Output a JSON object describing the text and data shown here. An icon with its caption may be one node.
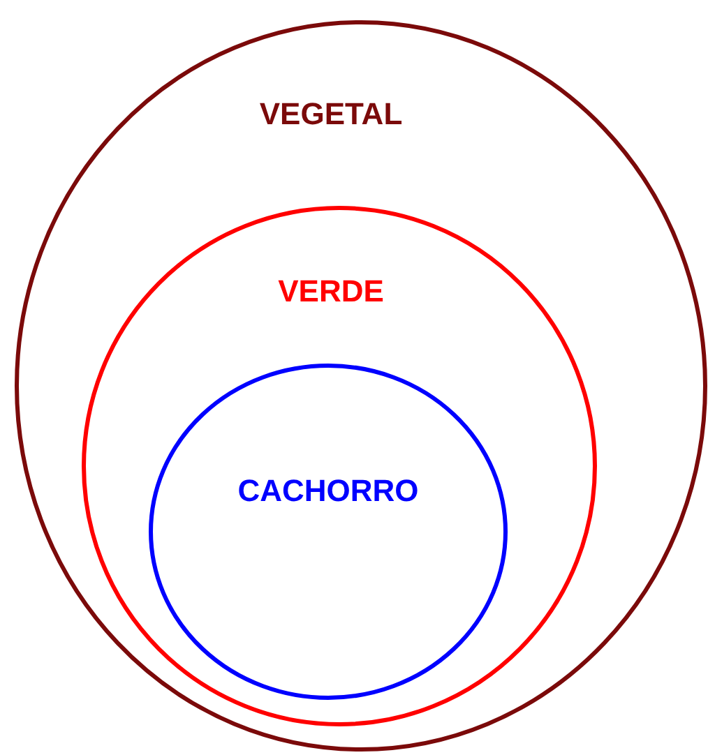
{
  "diagram": {
    "nodes": [
      {
        "text": [
          "VEGETAL"
        ]
      },
      {
        "text": [
          "VERDE"
        ],
        "in": 0
      },
      {
        "text": [
          "CACHORRO"
        ],
        "in": 1
      }
    ]
  }
}
